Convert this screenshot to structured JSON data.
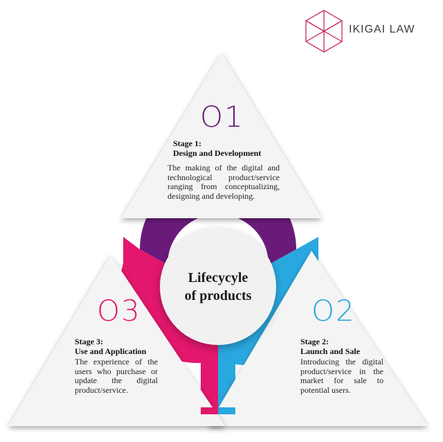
{
  "brand": {
    "name": "IKIGAI LAW",
    "logo_color": "#c2185b"
  },
  "center": {
    "line1": "Lifecycyle",
    "line2": "of products"
  },
  "stages": [
    {
      "number": "O1",
      "title_line1": "Stage 1:",
      "title_line2": "Design and Development",
      "description": "The making of the digital and technological product/service ranging from conceptualizing, designing and developing.",
      "color": "#6a1b7a"
    },
    {
      "number": "O2",
      "title_line1": "Stage 2:",
      "title_line2": "Launch and Sale",
      "description": "Introducing the digital product/service in the market for sale to potential users.",
      "color": "#29a8df"
    },
    {
      "number": "O3",
      "title_line1": "Stage 3:",
      "title_line2": "Use and Application",
      "description": "The experience of the users who purchase or update the digital product/service.",
      "color": "#e3176d"
    }
  ]
}
